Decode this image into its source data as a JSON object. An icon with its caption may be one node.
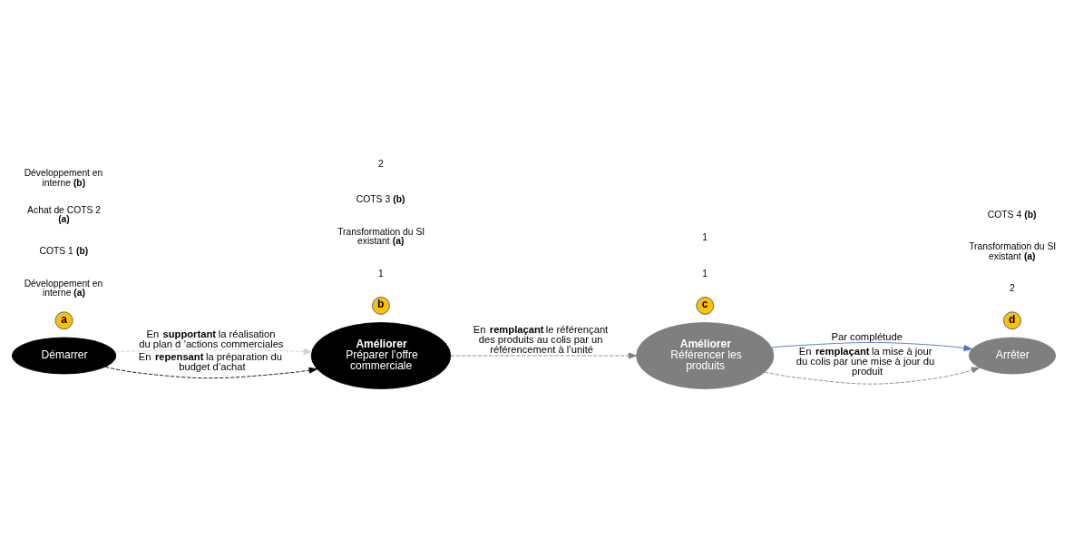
{
  "diagram": {
    "nodes": [
      {
        "text": [
          "Démarrer"
        ]
      },
      {
        "text": [
          "Améliorer",
          "Préparer l’offre commerciale"
        ]
      },
      {
        "text": [
          "Améliorer",
          "Référencer les produits"
        ]
      },
      {
        "text": [
          "Arrêter"
        ]
      },
      {
        "text": [
          "a"
        ]
      },
      {
        "text": [
          "b"
        ]
      },
      {
        "text": [
          "c"
        ]
      },
      {
        "text": [
          "d"
        ]
      }
    ],
    "edges": [
      {
        "from": 0,
        "to": 1,
        "arrow": "to",
        "label": "En **supportant** la réalisation du plan d ’actions commerciales",
        "style": "dashed",
        "color": "#d0d0d0"
      },
      {
        "from": 0,
        "to": 1,
        "arrow": "to",
        "label": "En **repensant** la préparation du budget d’achat",
        "style": "dashed",
        "color": "#000000"
      },
      {
        "from": 1,
        "to": 2,
        "arrow": "to",
        "label": "En **remplaçant** le référençant des produits au colis par un référencement à l’unité",
        "style": "dashed",
        "color": "#808080"
      },
      {
        "from": 2,
        "to": 3,
        "arrow": "to",
        "label": "Par complétude",
        "color": "#4472c4"
      },
      {
        "from": 2,
        "to": 3,
        "arrow": "to",
        "label": "En **remplaçant** la mise à jour du colis par une mise à jour du produit",
        "style": "dashed",
        "color": "#808080"
      }
    ],
    "labels": [
      "Développement en interne **(a)**",
      "COTS 1 **(b)**",
      "1",
      "Transformation du SI existant **(a)**",
      "COTS 3 **(b)**",
      "2",
      "1",
      "1",
      "2",
      "Achat de COTS 2 **(a)**",
      "Développement en interne **(b)**",
      "Transformation du SI existant **(a)**",
      "COTS 4 **(b)**"
    ]
  }
}
